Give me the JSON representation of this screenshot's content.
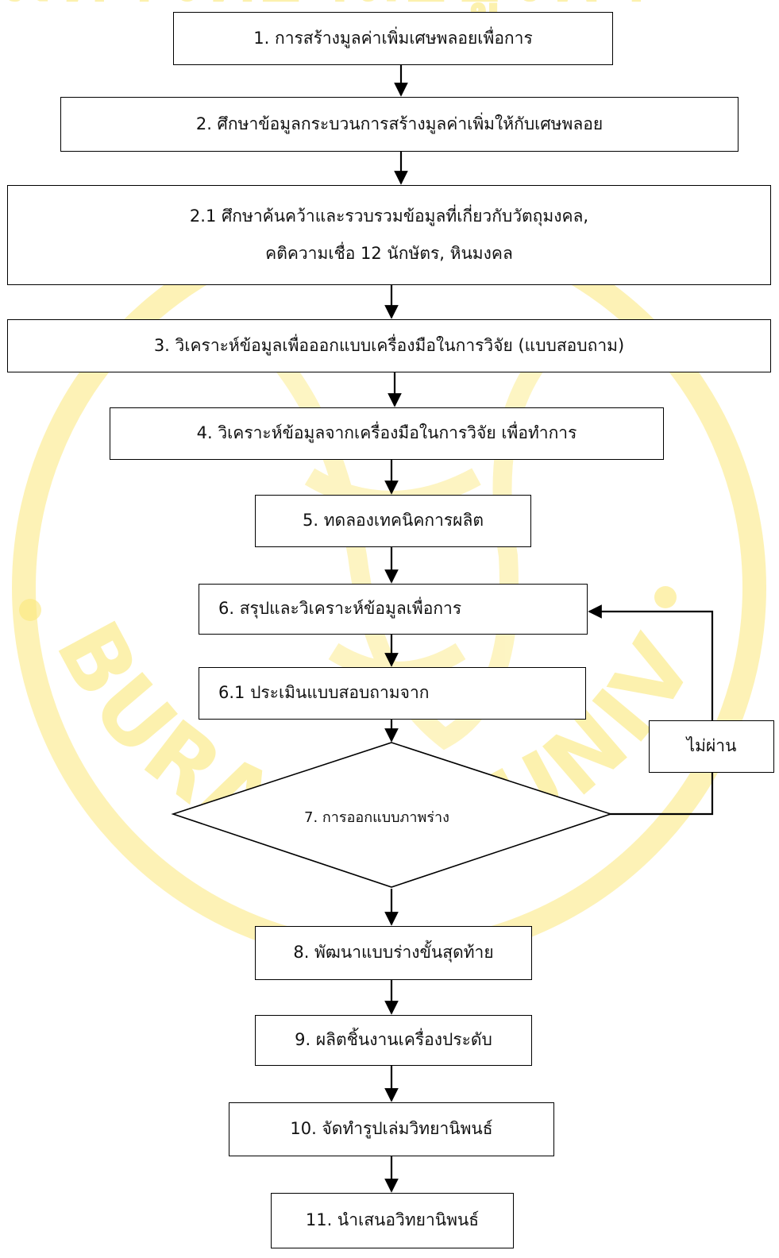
{
  "watermark": {
    "text": "BURAPHA UNIVERSITY",
    "arc_text": "มหาวิทยาลัยบูรพา",
    "color": "#f7e24a"
  },
  "steps": [
    {
      "id": "s1",
      "lines": [
        "1. การสร้างมูลค่าเพิ่มเศษพลอยเพื่อการ"
      ]
    },
    {
      "id": "s2",
      "lines": [
        "2. ศึกษาข้อมูลกระบวนการสร้างมูลค่าเพิ่มให้กับเศษพลอย"
      ]
    },
    {
      "id": "s2_1",
      "lines": [
        "2.1 ศึกษาค้นคว้าและรวบรวมข้อมูลที่เกี่ยวกับวัตถุมงคล,",
        "คติความเชื่อ 12 นักษัตร, หินมงคล"
      ]
    },
    {
      "id": "s3",
      "lines": [
        "3. วิเคราะห์ข้อมูลเพื่อออกแบบเครื่องมือในการวิจัย (แบบสอบถาม)"
      ]
    },
    {
      "id": "s4",
      "lines": [
        "4. วิเคราะห์ข้อมูลจากเครื่องมือในการวิจัย เพื่อทำการ"
      ]
    },
    {
      "id": "s5",
      "lines": [
        "5. ทดลองเทคนิคการผลิต"
      ]
    },
    {
      "id": "s6",
      "lines": [
        "6. สรุปและวิเคราะห์ข้อมูลเพื่อการ"
      ]
    },
    {
      "id": "s6_1",
      "lines": [
        "6.1 ประเมินแบบสอบถามจาก"
      ]
    },
    {
      "id": "s8",
      "lines": [
        "8. พัฒนาแบบร่างขั้นสุดท้าย"
      ]
    },
    {
      "id": "s9",
      "lines": [
        "9. ผลิตชิ้นงานเครื่องประดับ"
      ]
    },
    {
      "id": "s10",
      "lines": [
        "10. จัดทำรูปเล่มวิทยานิพนธ์"
      ]
    },
    {
      "id": "s11",
      "lines": [
        "11. นำเสนอวิทยานิพนธ์"
      ]
    }
  ],
  "decision": {
    "label": "7. การออกแบบภาพร่าง"
  },
  "feedback": {
    "label": "ไม่ผ่าน"
  }
}
